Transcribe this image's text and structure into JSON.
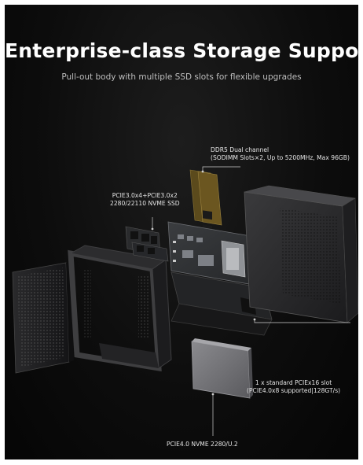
{
  "header": {
    "title": "Enterprise-class Storage Support",
    "subtitle": "Pull-out body with multiple SSD slots for flexible upgrades"
  },
  "callouts": {
    "ddr5": {
      "line1": "DDR5 Dual channel",
      "line2": "(SODIMM Slots×2, Up to 5200MHz, Max 96GB)"
    },
    "nvme_ssd": {
      "line1": "PCIE3.0x4+PCIE3.0x2",
      "line2": "2280/22110 NVME SSD"
    },
    "pcie_slot": {
      "line1": "1 x standard PCIEx16 slot",
      "line2": "(PCIE4.0x8 supported|128GT/s)"
    },
    "u2": {
      "line1": "PCIE4.0 NVME 2280/U.2"
    }
  },
  "colors": {
    "background": "#0a0a0a",
    "title": "#ffffff",
    "subtitle": "#bdbdbd",
    "callout_line": "#cfcfcf"
  }
}
